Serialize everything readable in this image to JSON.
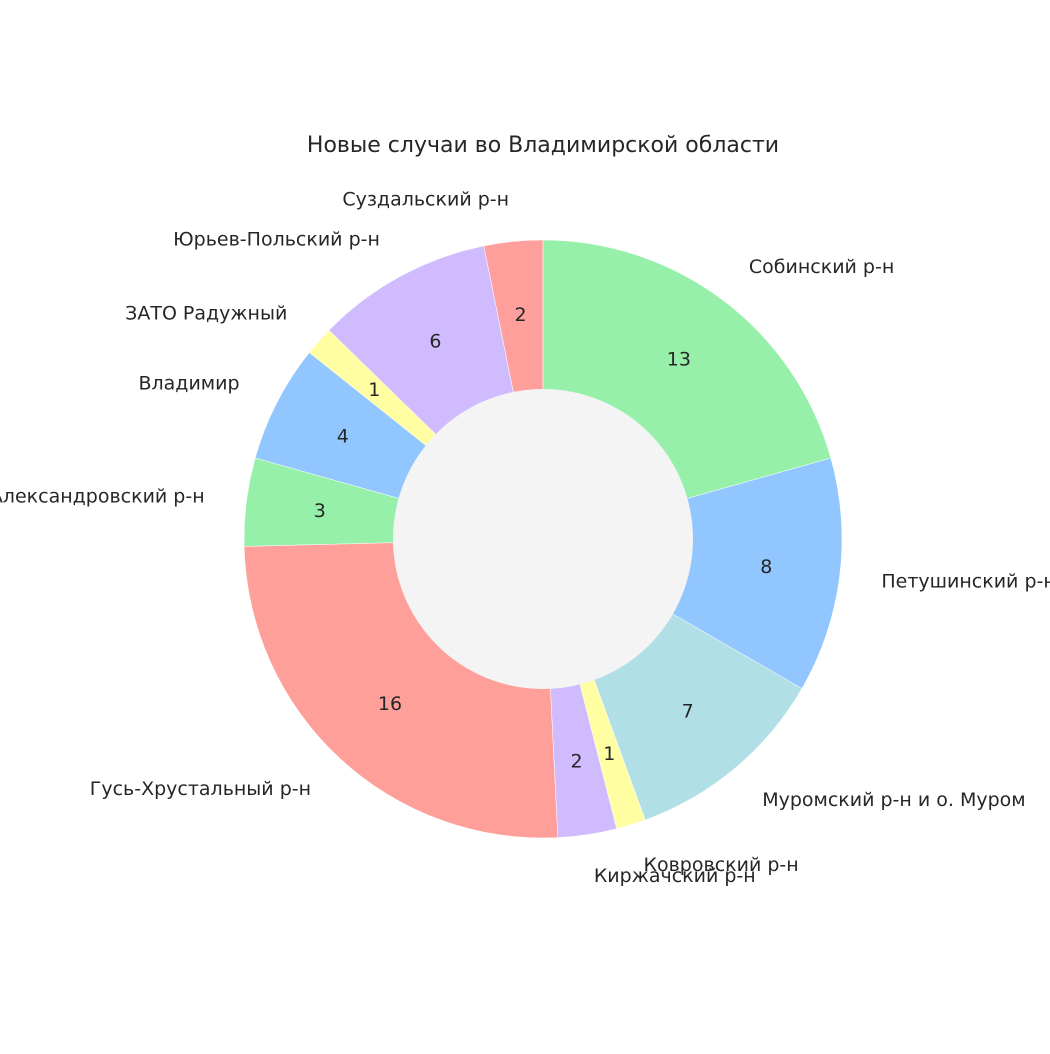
{
  "chart_data": {
    "type": "pie",
    "donut": true,
    "title": "Новые случаи во Владимирской области",
    "start_angle_deg": 90,
    "direction": "counterclockwise",
    "center_color": "#f4f4f4",
    "slices": [
      {
        "label": "Суздальский р-н",
        "value": 2,
        "color": "#ff9f9b"
      },
      {
        "label": "Юрьев-Польский р-н",
        "value": 6,
        "color": "#d0bbff"
      },
      {
        "label": "ЗАТО Радужный",
        "value": 1,
        "color": "#fffea3"
      },
      {
        "label": "Владимир",
        "value": 4,
        "color": "#92c6ff"
      },
      {
        "label": "Александровский р-н",
        "value": 3,
        "color": "#97f0aa"
      },
      {
        "label": "Гусь-Хрустальный р-н",
        "value": 16,
        "color": "#ff9f9a"
      },
      {
        "label": "Киржачский р-н",
        "value": 2,
        "color": "#d0bbff"
      },
      {
        "label": "Ковровский р-н",
        "value": 1,
        "color": "#fffea3"
      },
      {
        "label": "Муромский р-н и о. Муром",
        "value": 7,
        "color": "#b0e0e6"
      },
      {
        "label": "Петушинский р-н",
        "value": 8,
        "color": "#92c6ff"
      },
      {
        "label": "Собинский р-н",
        "value": 13,
        "color": "#97f0aa"
      }
    ]
  }
}
